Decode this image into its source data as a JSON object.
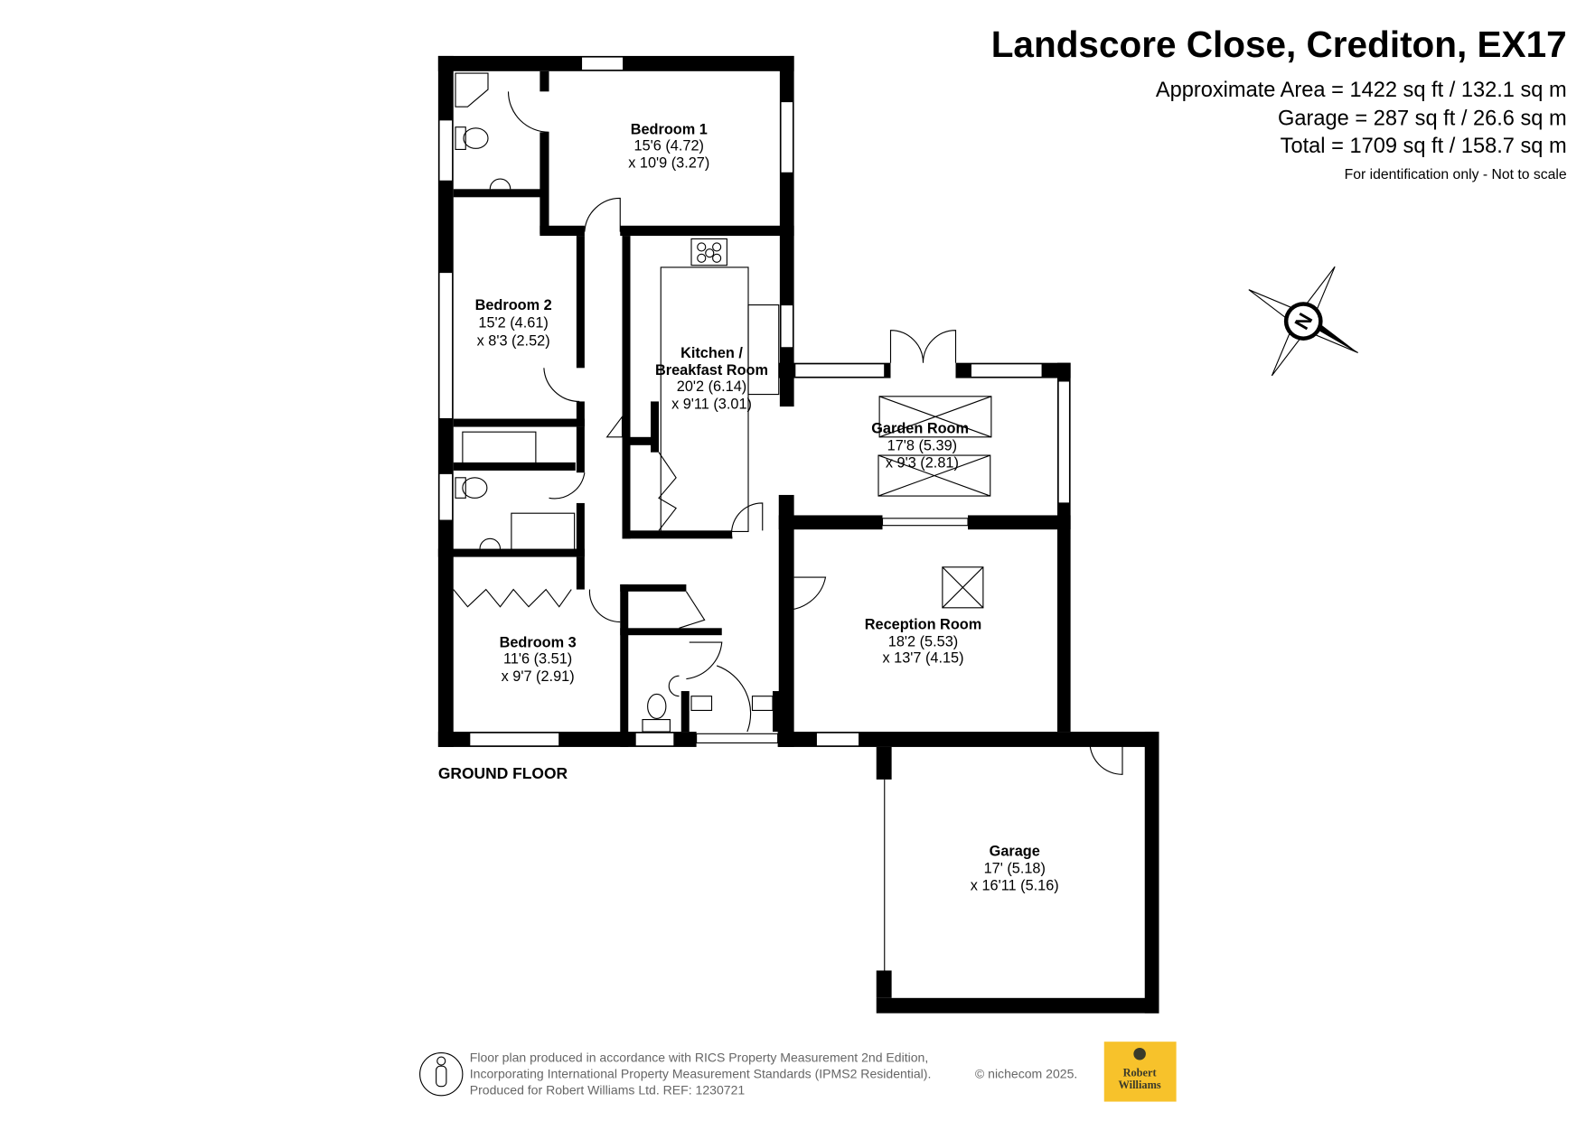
{
  "header": {
    "title": "Landscore Close, Crediton, EX17",
    "approx_area": "Approximate Area = 1422 sq ft / 132.1 sq m",
    "garage_area": "Garage = 287 sq ft / 26.6 sq m",
    "total_area": "Total = 1709 sq ft / 158.7 sq m",
    "disclaimer": "For identification only - Not to scale"
  },
  "compass": {
    "label": "N"
  },
  "floor_label": "GROUND FLOOR",
  "rooms": [
    {
      "name": "Bedroom 1",
      "dim1": "15'6 (4.72)",
      "dim2": "x 10'9 (3.27)"
    },
    {
      "name": "Bedroom 2",
      "dim1": "15'2 (4.61)",
      "dim2": "x 8'3 (2.52)"
    },
    {
      "name": "Kitchen /",
      "name2": "Breakfast Room",
      "dim1": "20'2 (6.14)",
      "dim2": "x 9'11 (3.01)"
    },
    {
      "name": "Garden Room",
      "dim1": "17'8 (5.39)",
      "dim2": "x 9'3 (2.81)"
    },
    {
      "name": "Reception Room",
      "dim1": "18'2 (5.53)",
      "dim2": "x 13'7 (4.15)"
    },
    {
      "name": "Bedroom 3",
      "dim1": "11'6 (3.51)",
      "dim2": "x 9'7 (2.91)"
    },
    {
      "name": "Garage",
      "dim1": "17' (5.18)",
      "dim2": "x 16'11 (5.16)"
    }
  ],
  "footer": {
    "line1": "Floor plan produced in accordance with RICS Property Measurement 2nd Edition,",
    "line2": "Incorporating International Property Measurement Standards (IPMS2 Residential).",
    "copyright": "© nichecom 2025.",
    "line3": "Produced for Robert Williams Ltd.   REF:  1230721"
  },
  "logo": {
    "line1": "Robert",
    "line2": "Williams",
    "color": "#f7c22b"
  }
}
